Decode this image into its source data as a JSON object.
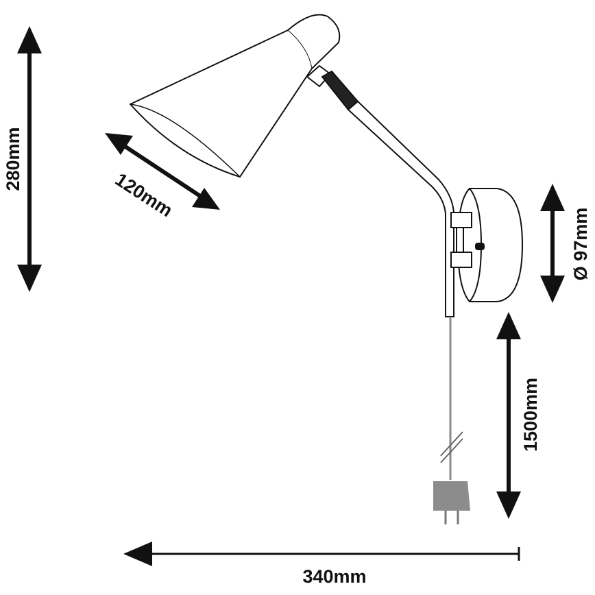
{
  "dimensions": {
    "height": "280mm",
    "shade_diameter": "120mm",
    "base_diameter": "Ø 97mm",
    "cord_length": "1500mm",
    "width": "340mm"
  },
  "colors": {
    "line": "#111111",
    "cord": "#8a8a8a",
    "plug": "#8c8c8c"
  }
}
